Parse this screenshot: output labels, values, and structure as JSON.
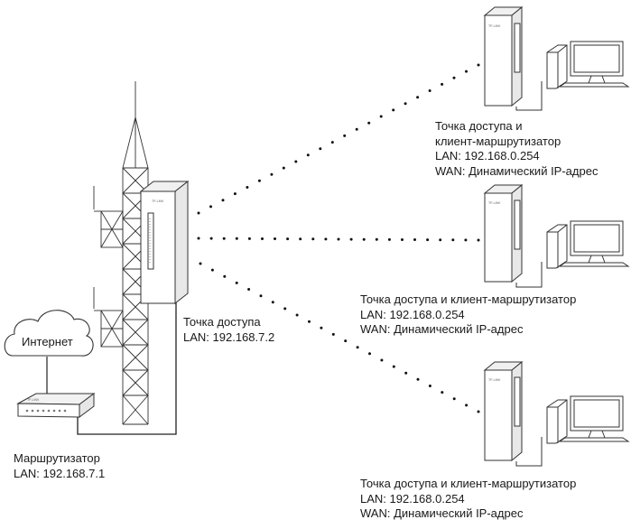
{
  "internet_label": "Интернет",
  "router": {
    "title": "Маршрутизатор",
    "lan": "LAN: 192.168.7.1",
    "brand": "TP-LINK"
  },
  "access_point": {
    "title": "Точка доступа",
    "lan": "LAN: 192.168.7.2",
    "brand": "TP-LINK"
  },
  "clients": [
    {
      "line1": "Точка доступа и",
      "line2": "клиент-маршрутизатор",
      "lan": "LAN: 192.168.0.254",
      "wan": "WAN: Динамический IP-адрес",
      "brand": "TP-LINK"
    },
    {
      "line1": "Точка доступа и клиент-маршрутизатор",
      "lan": "LAN: 192.168.0.254",
      "wan": "WAN:  Динамический IP-адрес",
      "brand": "TP-LINK"
    },
    {
      "line1": "Точка доступа и клиент-маршрутизатор",
      "lan": "LAN: 192.168.0.254",
      "wan": "WAN:  Динамический IP-адрес",
      "brand": "TP-LINK"
    }
  ],
  "colors": {
    "line": "#222222",
    "device_fill": "#ffffff",
    "device_stroke": "#333333"
  }
}
